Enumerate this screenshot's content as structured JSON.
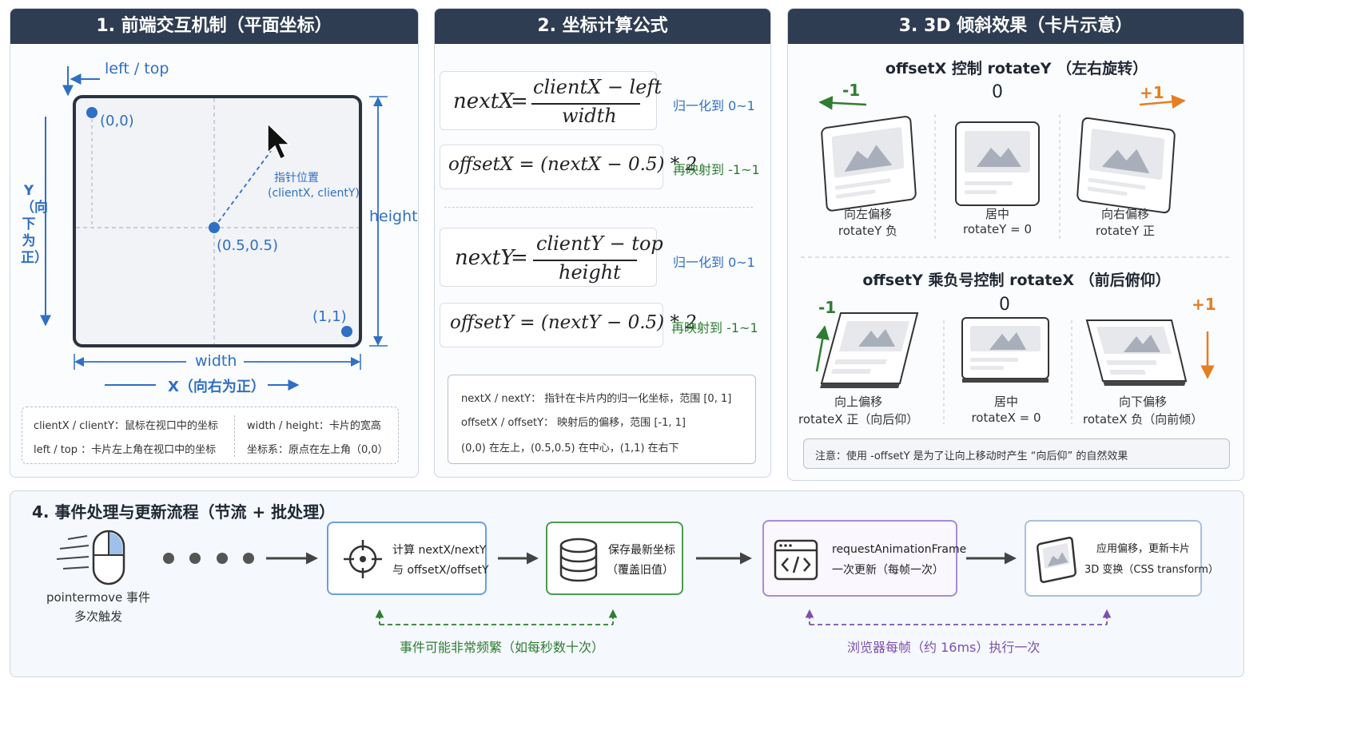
{
  "panel1": {
    "title": "1. 前端交互机制（平面坐标）",
    "left_top": "left / top",
    "y_axis_label": "Y（向下为正）",
    "p00": "(0,0)",
    "p05": "(0.5,0.5)",
    "p11": "(1,1)",
    "pointer_label": "指针位置",
    "pointer_sub": "(clientX, clientY)",
    "height_label": "height",
    "width_label": "width",
    "x_axis_label": "X（向右为正）",
    "legend": {
      "l1": "clientX / clientY：鼠标在视口中的坐标",
      "l2": "left / top ：卡片左上角在视口中的坐标",
      "r1": "width / height：卡片的宽高",
      "r2": "坐标系：原点在左上角（0,0）"
    }
  },
  "panel2": {
    "title": "2. 坐标计算公式",
    "f1_lhs": "nextX",
    "f1_num": "clientX − left",
    "f1_den": "width",
    "f1_note": "归一化到 0~1",
    "f2": "offsetX = (nextX − 0.5) * 2",
    "f2_note": "再映射到 -1~1",
    "f3_lhs": "nextY",
    "f3_num": "clientY − top",
    "f3_den": "height",
    "f3_note": "归一化到 0~1",
    "f4": "offsetY = (nextY − 0.5) * 2",
    "f4_note": "再映射到 -1~1",
    "notes": [
      "nextX / nextY： 指针在卡片内的归一化坐标，范围 [0, 1]",
      "offsetX / offsetY： 映射后的偏移，范围 [-1, 1]",
      "(0,0) 在左上，(0.5,0.5) 在中心，(1,1) 在右下"
    ]
  },
  "panel3": {
    "title": "3. 3D 倾斜效果（卡片示意）",
    "sub1": "offsetX 控制 rotateY （左右旋转）",
    "row1": [
      {
        "val": "-1",
        "cap1": "向左偏移",
        "cap2": "rotateY 负"
      },
      {
        "val": "0",
        "cap1": "居中",
        "cap2": "rotateY = 0"
      },
      {
        "val": "+1",
        "cap1": "向右偏移",
        "cap2": "rotateY 正"
      }
    ],
    "sub2": "offsetY 乘负号控制 rotateX （前后俯仰）",
    "row2": [
      {
        "val": "-1",
        "cap1": "向上偏移",
        "cap2": "rotateX 正（向后仰）"
      },
      {
        "val": "0",
        "cap1": "居中",
        "cap2": "rotateX = 0"
      },
      {
        "val": "+1",
        "cap1": "向下偏移",
        "cap2": "rotateX 负（向前倾）"
      }
    ],
    "note": "注意：使用 -offsetY 是为了让向上移动时产生 “向后仰” 的自然效果"
  },
  "panel4": {
    "title": "4. 事件处理与更新流程（节流 + 批处理）",
    "event_line1": "pointermove 事件",
    "event_line2": "多次触发",
    "step1_l1": "计算 nextX/nextY",
    "step1_l2": "与 offsetX/offsetY",
    "step2_l1": "保存最新坐标",
    "step2_l2": "（覆盖旧值）",
    "step3_l1": "requestAnimationFrame",
    "step3_l2": "一次更新（每帧一次）",
    "step4_l1": "应用偏移，更新卡片",
    "step4_l2": "3D 变换（CSS transform）",
    "bracket1": "事件可能非常频繁（如每秒数十次）",
    "bracket2": "浏览器每帧（约 16ms）执行一次"
  },
  "colors": {
    "header": "#2f3d52",
    "blue": "#2f6fc4",
    "green": "#2e7d32",
    "orange": "#e67e22",
    "purple": "#7b4fb0"
  }
}
